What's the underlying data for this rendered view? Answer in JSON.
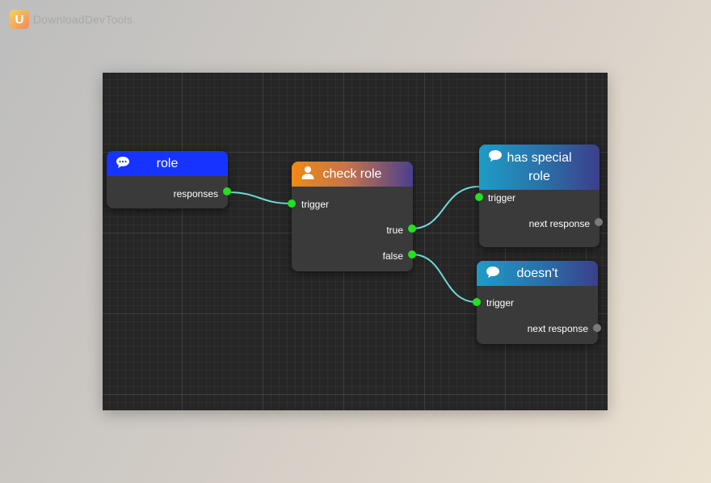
{
  "watermark": {
    "logo_letter": "U",
    "text": "DownloadDevTools."
  },
  "colors": {
    "canvas_bg": "#262626",
    "node_body": "#3a3a3a",
    "link": "#6fd9d4",
    "port_connected": "#22e022",
    "port_unconnected": "#7a7a7a",
    "header_role": "#1733ff",
    "header_check_role": [
      "#f08a12",
      "#4a3f8e"
    ],
    "header_response": [
      "#1e9cc6",
      "#3b3f8a"
    ]
  },
  "nodes": {
    "role": {
      "title": "role",
      "icon": "speech-bubble-icon",
      "outputs": [
        "responses"
      ]
    },
    "check_role": {
      "title": "check role",
      "icon": "user-icon",
      "inputs": [
        "trigger"
      ],
      "outputs": [
        "true",
        "false"
      ]
    },
    "has_special": {
      "title_line1": "has special",
      "title_line2": "role",
      "icon": "speech-bubble-icon",
      "inputs": [
        "trigger"
      ],
      "outputs": [
        "next response"
      ]
    },
    "doesnt": {
      "title": "doesn't",
      "icon": "speech-bubble-icon",
      "inputs": [
        "trigger"
      ],
      "outputs": [
        "next response"
      ]
    }
  }
}
